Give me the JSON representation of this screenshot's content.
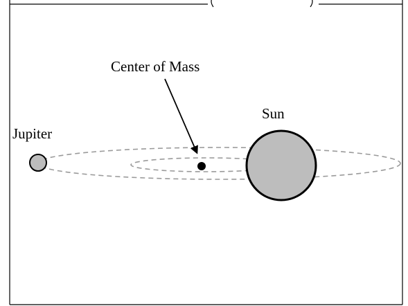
{
  "labels": {
    "jupiter": "Jupiter",
    "center_of_mass": "Center of Mass",
    "sun": "Sun"
  },
  "colors": {
    "background": "#ffffff",
    "frame": "#000000",
    "orbit": "#9a9a9a",
    "body_fill": "#bdbdbd",
    "outline": "#000000"
  }
}
